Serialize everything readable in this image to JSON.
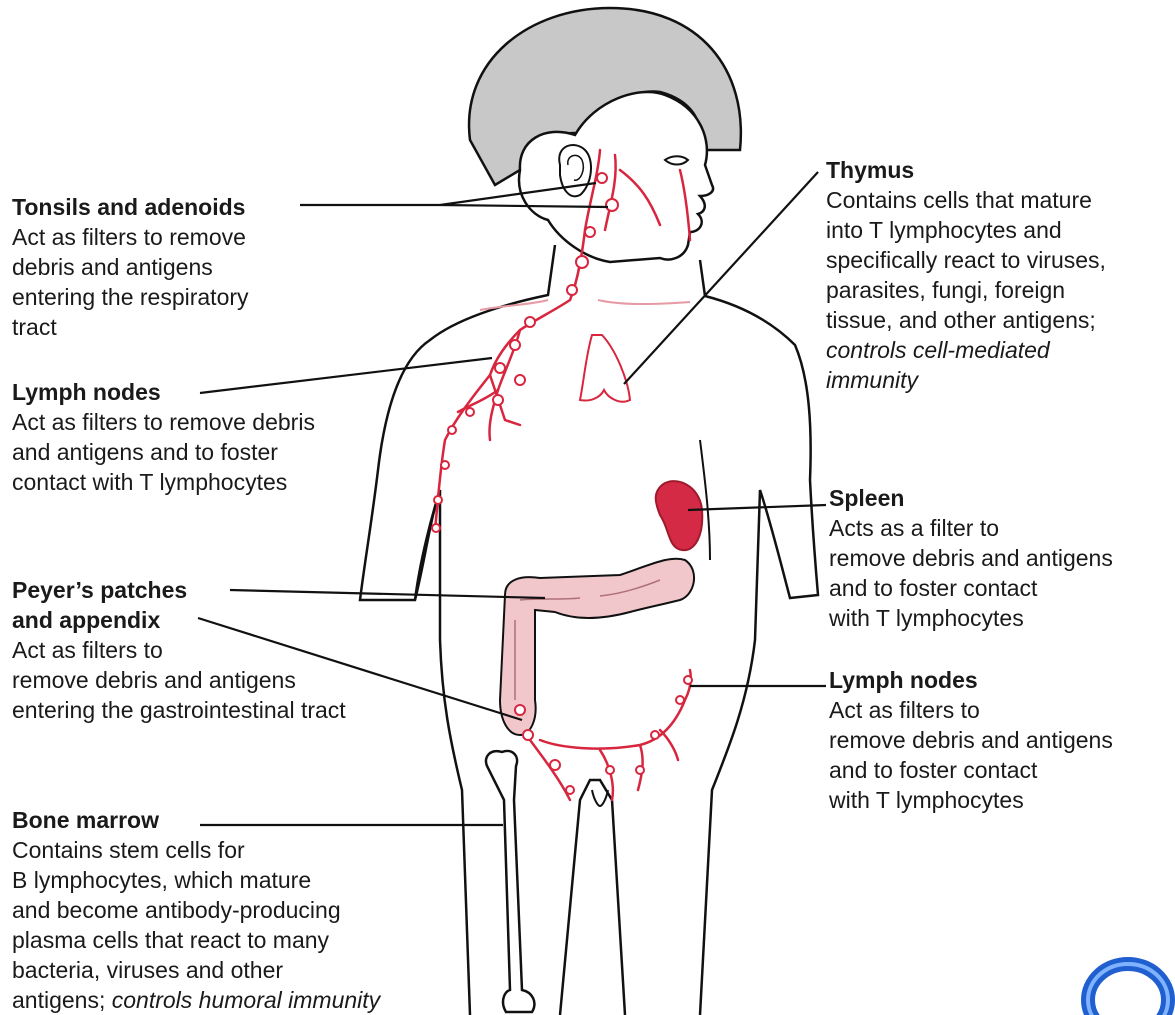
{
  "labels": {
    "tonsils": {
      "title": "Tonsils and adenoids",
      "lines": [
        "Act as filters to remove",
        "debris and antigens",
        "entering the respiratory",
        "tract"
      ]
    },
    "lymph_upper": {
      "title": "Lymph nodes",
      "lines": [
        "Act as filters to remove debris",
        "and antigens and to foster",
        "contact with T lymphocytes"
      ]
    },
    "peyers": {
      "title_line1": "Peyer’s patches",
      "title_line2": "and appendix",
      "lines": [
        "Act as filters to",
        "remove debris and antigens",
        "entering the gastrointestinal tract"
      ]
    },
    "bone_marrow": {
      "title": "Bone marrow",
      "lines": [
        "Contains stem cells for",
        "B lymphocytes, which mature",
        "and become antibody-producing",
        "plasma cells that react to many",
        "bacteria, viruses and other"
      ],
      "last_prefix": "antigens; ",
      "last_italic": "controls humoral immunity"
    },
    "thymus": {
      "title": "Thymus",
      "lines": [
        "Contains cells that mature",
        "into T lymphocytes and",
        "specifically react to viruses,",
        "parasites, fungi, foreign",
        "tissue, and other antigens;"
      ],
      "italic_lines": [
        "controls cell-mediated",
        "immunity"
      ]
    },
    "spleen": {
      "title": "Spleen",
      "lines": [
        "Acts as a filter to",
        "remove debris and antigens",
        "and to foster contact",
        "with T lymphocytes"
      ]
    },
    "lymph_lower": {
      "title": "Lymph nodes",
      "lines": [
        "Act as filters to",
        "remove debris and antigens",
        "and to foster contact",
        "with T lymphocytes"
      ]
    }
  },
  "colors": {
    "outline": "#111111",
    "hair": "#c8c8c8",
    "lymph_red": "#d8263f",
    "spleen": "#d52a45",
    "intestine": "#f1c7cc",
    "logo_blue": "#1f5fcf"
  },
  "icons": {
    "corner_logo": "blue-ring-logo"
  }
}
